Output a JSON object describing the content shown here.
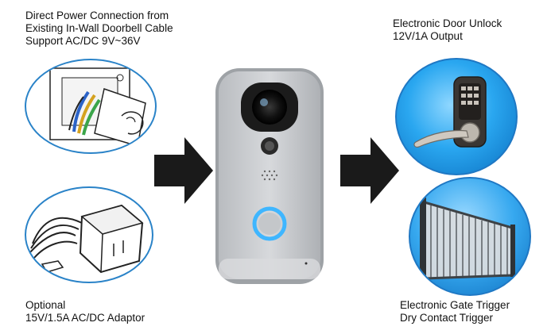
{
  "captions": {
    "power": {
      "line1": "Direct Power Connection from",
      "line2": "Existing In-Wall Doorbell Cable",
      "line3": "Support AC/DC 9V~36V"
    },
    "adaptor": {
      "line1": "Optional",
      "line2": "15V/1.5A AC/DC Adaptor"
    },
    "lock": {
      "line1": "Electronic Door Unlock",
      "line2": "12V/1A Output"
    },
    "gate": {
      "line1": "Electronic Gate Trigger",
      "line2": "Dry Contact Trigger"
    }
  },
  "colors": {
    "circle_border": "#2a83c8",
    "arrow": "#1a1a1a",
    "doorbell_body": "#c9cccf",
    "ring_light": "#3fb6ff"
  },
  "icons": {
    "wiring": "in-wall-wiring-illustration",
    "adaptor": "power-adaptor-illustration",
    "lock": "electronic-door-lock-image",
    "gate": "sliding-gate-image",
    "doorbell": "video-doorbell-image"
  }
}
